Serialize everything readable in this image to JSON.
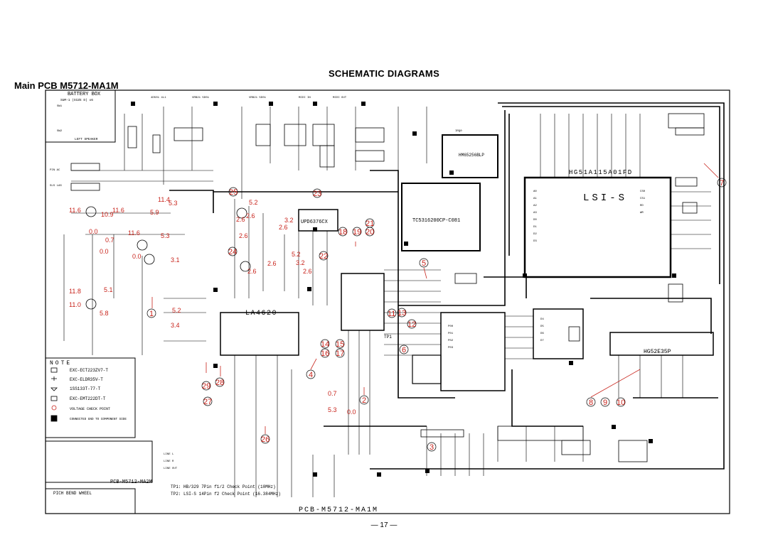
{
  "header": {
    "title": "SCHEMATIC DIAGRAMS",
    "subtitle": "Main PCB M5712-MA1M",
    "page_number": "— 17 —"
  },
  "battery_box": {
    "title": "BATTERY BOX",
    "size_note": "SUM-1 (SIZE D) x6",
    "left_speaker": "LEFT SPEAKER"
  },
  "ic_labels": {
    "lsi": "LSI-S",
    "lsi_part": "HG51A115A01FD",
    "ram": "HM65256BLP",
    "rom": "TC5316200CP-C081",
    "amp": "LA4620",
    "dac": "UPD6376CX",
    "hg52": "HG52E35P"
  },
  "note": {
    "title": "NOTE",
    "items": [
      "EXC-ECT223ZV7-T",
      "EXC-ELDR35V-T",
      "1SS133T-77-T",
      "EXC-EMT222DT-T",
      "VOLTAGE CHECK POINT",
      "CONNECTED GND TO COMPONENT SIDE"
    ]
  },
  "pcb_labels": {
    "ma2m": "PCB-M5712-MA2M",
    "ma1m": "PCB-M5712-MA1M",
    "pitch_bend": "PICH BEND WHEEL"
  },
  "check_points": [
    "TP1: HB/329 7Pin f1/2 Check Point (10MHz)",
    "TP2: LSI-S 14Pin f2 Check Point (16.384MHz)"
  ],
  "voltages": [
    "11.4",
    "5.3",
    "11.6",
    "11.6",
    "5.9",
    "10.9",
    "0.0",
    "0.7",
    "0.0",
    "11.6",
    "5.3",
    "0.0",
    "3.1",
    "11.8",
    "5.1",
    "11.0",
    "5.8",
    "5.2",
    "3.4",
    "5.2",
    "2.6",
    "2.6",
    "3.2",
    "2.6",
    "2.6",
    "2.6",
    "2.6",
    "5.2",
    "3.2",
    "2.6",
    "0.7",
    "5.3",
    "0.0"
  ],
  "check_circles": [
    "1",
    "2",
    "3",
    "4",
    "5",
    "6",
    "7",
    "8",
    "9",
    "10",
    "11",
    "12",
    "13",
    "14",
    "15",
    "16",
    "17",
    "18",
    "19",
    "20",
    "21",
    "22",
    "23",
    "24",
    "25",
    "26",
    "27",
    "28",
    "29"
  ],
  "tp1_label": "TP1"
}
